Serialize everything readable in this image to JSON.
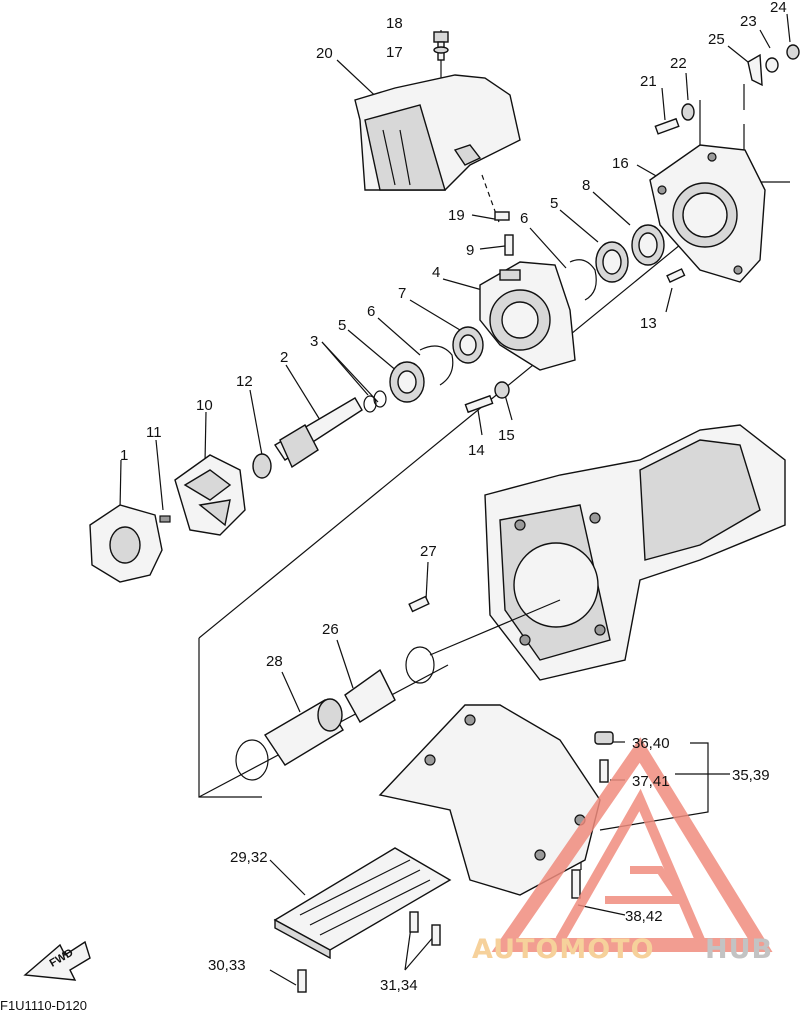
{
  "diagram": {
    "part_labels": [
      "1",
      "2",
      "3",
      "4",
      "5",
      "5",
      "6",
      "6",
      "7",
      "8",
      "9",
      "10",
      "11",
      "12",
      "13",
      "14",
      "15",
      "16",
      "17",
      "18",
      "19",
      "20",
      "21",
      "22",
      "23",
      "24",
      "25",
      "26",
      "27",
      "28",
      "29,32",
      "30,33",
      "31,34",
      "35,39",
      "36,40",
      "37,41",
      "38,42"
    ],
    "drawing_code": "F1U1110-D120",
    "fwd_label": "FWD",
    "watermark": {
      "brand_part1": "AUTOMOTO",
      "brand_part2": "HUB",
      "color_primary": "#f08c7e",
      "color_secondary": "#f5c98a"
    }
  }
}
